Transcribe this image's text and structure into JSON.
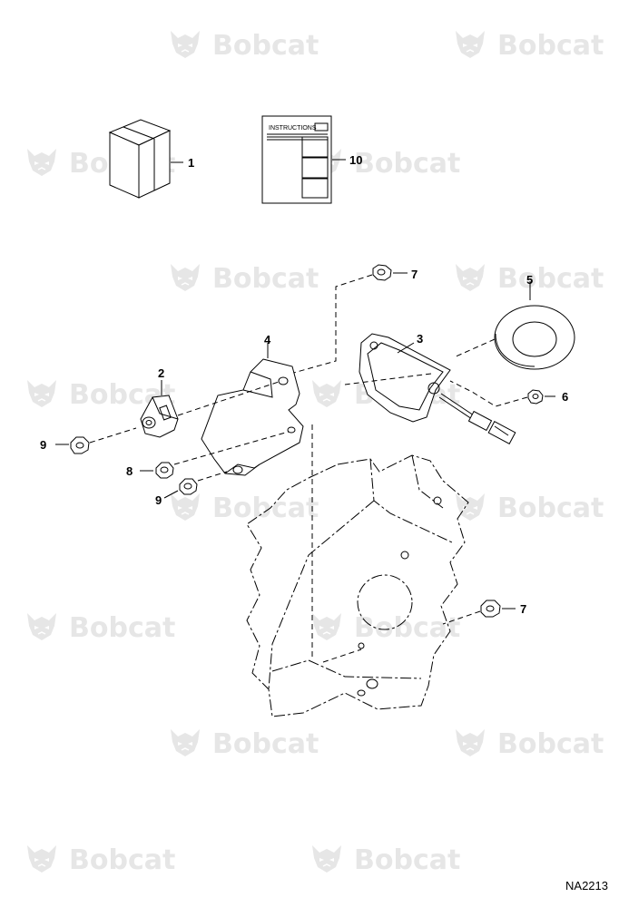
{
  "watermark": {
    "brand": "Bobcat"
  },
  "drawing_id": "NA2213",
  "instructions_sheet": {
    "header": "INSTRUCTIONS"
  },
  "callouts": [
    {
      "number": "1"
    },
    {
      "number": "10"
    },
    {
      "number": "7"
    },
    {
      "number": "5"
    },
    {
      "number": "4"
    },
    {
      "number": "3"
    },
    {
      "number": "2"
    },
    {
      "number": "6"
    },
    {
      "number": "9"
    },
    {
      "number": "8"
    },
    {
      "number": "9"
    },
    {
      "number": "7"
    }
  ]
}
